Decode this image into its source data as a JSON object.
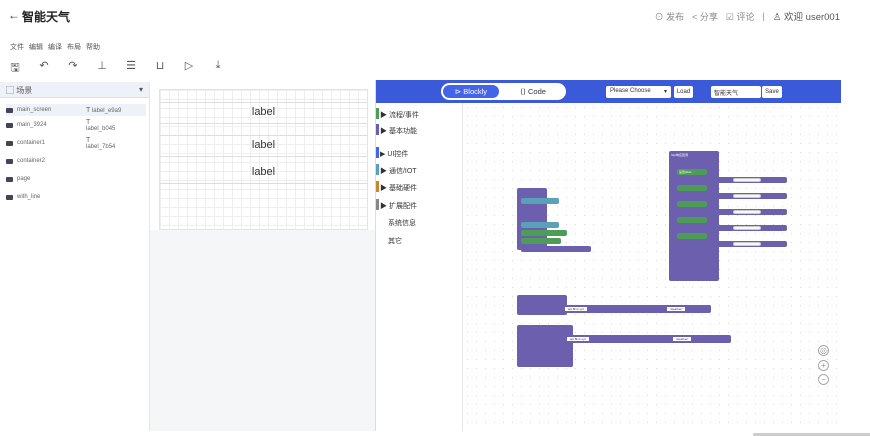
{
  "app": {
    "back_icon": "arrow-left-icon",
    "title": "智能天气"
  },
  "header": {
    "publish": "发布",
    "share": "分享",
    "comment": "评论",
    "welcome": "欢迎 user001"
  },
  "menu": [
    "文件",
    "编辑",
    "编译",
    "布局",
    "帮助"
  ],
  "toolbar_icons": [
    "save-icon",
    "undo-icon",
    "redo-icon",
    "align-icon",
    "grid-icon",
    "export-icon",
    "run-icon",
    "download-icon"
  ],
  "scene": {
    "title": "场景",
    "items": [
      {
        "name": "main_screen",
        "child": "label_e9a9"
      },
      {
        "name": "main_3924",
        "child": "label_b045"
      },
      {
        "name": "container1",
        "child": "label_7b54"
      },
      {
        "name": "container2"
      },
      {
        "name": "page"
      },
      {
        "name": "with_line"
      }
    ]
  },
  "canvas_labels": [
    "label",
    "label",
    "label"
  ],
  "editor": {
    "tab_blockly": "Blockly",
    "tab_code": "Code",
    "select": "Please Choose",
    "load": "Load",
    "name": "智能天气",
    "save": "Save"
  },
  "categories": [
    {
      "label": "▶ 流程/事件",
      "color": "#4d9d58"
    },
    {
      "label": "▶ 基本功能",
      "color": "#6b5fae"
    },
    {
      "label": "▶ UI控件",
      "color": "#4364e8"
    },
    {
      "label": "▶ 通信/IOT",
      "color": "#5aa0b8"
    },
    {
      "label": "▶ 基础硬件",
      "color": "#c08a2e"
    },
    {
      "label": "▶ 扩展配件",
      "color": "#888888"
    },
    {
      "label": "系统信息",
      "color": "#999999"
    },
    {
      "label": "其它",
      "color": "#999999"
    }
  ],
  "blocks": {
    "http_get": "http响应回调",
    "weather_path": "/weather/",
    "api_host": "api.8mo.xyz",
    "set_label": "设置label",
    "set_text": "获取json数据"
  }
}
